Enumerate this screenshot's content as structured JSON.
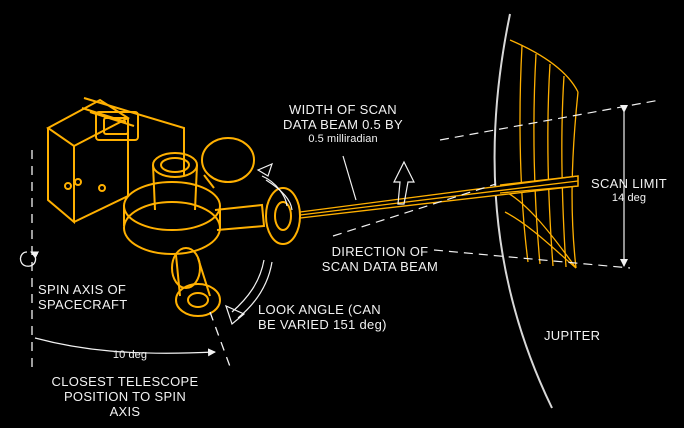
{
  "labels": {
    "beam_width": {
      "line1": "WIDTH OF SCAN",
      "line2": "DATA BEAM 0.5 BY",
      "line3": "0.5 milliradian"
    },
    "scan_limit": {
      "line1": "SCAN LIMIT",
      "line2": "14 deg"
    },
    "beam_direction": {
      "line1": "DIRECTION OF",
      "line2": "SCAN DATA BEAM"
    },
    "spin_axis": {
      "line1": "SPIN AXIS OF",
      "line2": "SPACECRAFT"
    },
    "look_angle": {
      "line1": "LOOK ANGLE (CAN",
      "line2": "BE VARIED 151 deg)"
    },
    "offset_angle": "10 deg",
    "closest_position": {
      "line1": "CLOSEST TELESCOPE",
      "line2": "POSITION TO SPIN",
      "line3": "AXIS"
    },
    "planet": "JUPITER"
  },
  "colors": {
    "background": "#000000",
    "spacecraft": "#ffb000",
    "annotation": "#f2f2f2"
  }
}
